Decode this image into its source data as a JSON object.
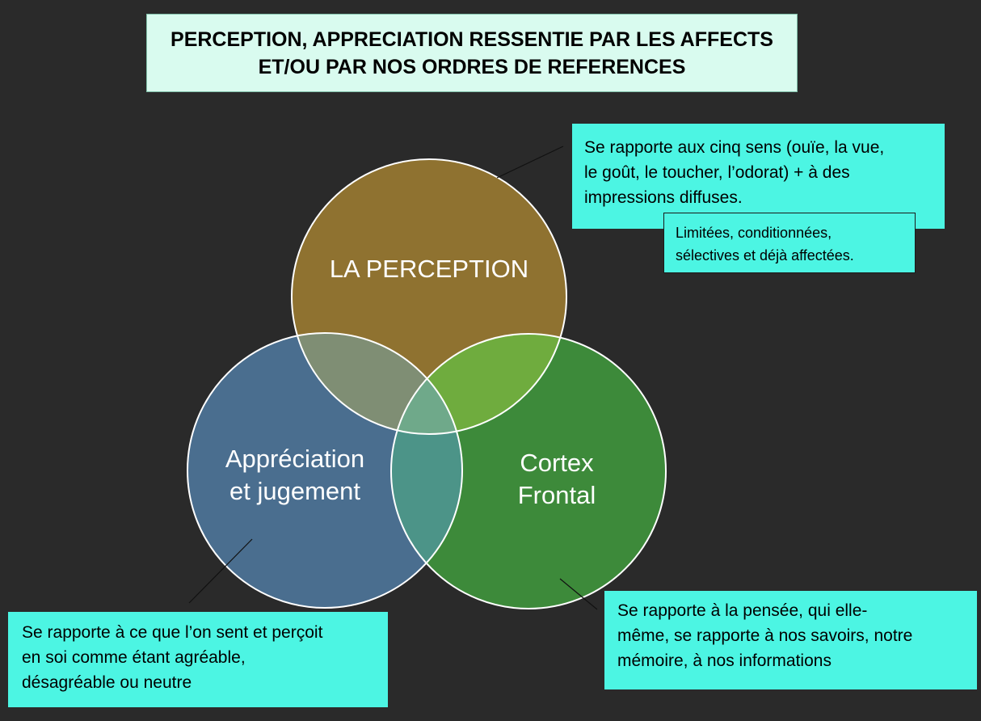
{
  "title": {
    "line1": "PERCEPTION, APPRECIATION RESSENTIE PAR LES AFFECTS",
    "line2": "ET/OU PAR NOS ORDRES DE REFERENCES"
  },
  "circles": {
    "perception": {
      "label": "LA PERCEPTION",
      "color": "#8f7230"
    },
    "appreciation": {
      "line1": "Appréciation",
      "line2": "et jugement",
      "color": "#4a6e8f"
    },
    "cortex": {
      "line1": "Cortex",
      "line2": "Frontal",
      "color": "#3d8a3a"
    }
  },
  "overlaps": {
    "perception_appreciation": "#7f8e74",
    "perception_cortex": "#6fac3e",
    "appreciation_cortex": "#4c9488",
    "center": "#6fa98a"
  },
  "notes": {
    "perception": {
      "line1": "Se rapporte aux cinq sens (ouïe, la vue,",
      "line2": "le goût, le toucher, l’odorat) + à des",
      "line3": "impressions diffuses."
    },
    "perception_sub": {
      "line1": "Limitées, conditionnées,",
      "line2": "sélectives et déjà affectées."
    },
    "appreciation": {
      "line1": "Se rapporte à ce que l’on sent et perçoit",
      "line2": "en soi comme étant agréable,",
      "line3": "désagréable ou neutre"
    },
    "cortex": {
      "line1": "Se rapporte à la pensée, qui elle-",
      "line2": "même, se rapporte à nos savoirs, notre",
      "line3": "mémoire, à nos informations"
    }
  },
  "colors": {
    "background": "#2a2a2a",
    "note_fill": "#4cf5e3",
    "title_fill": "#d9fbef"
  }
}
